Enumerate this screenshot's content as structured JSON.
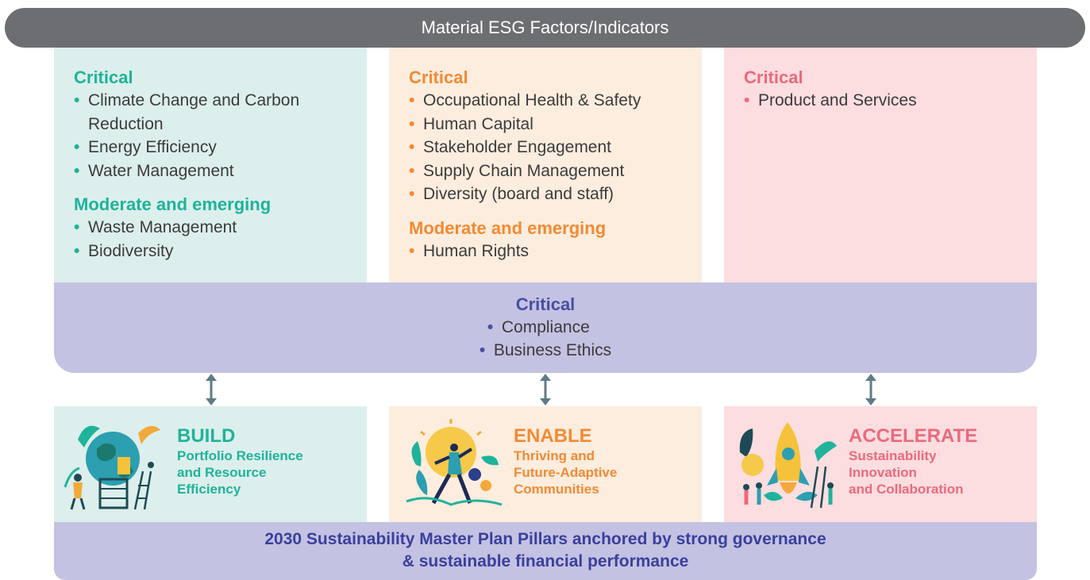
{
  "header": {
    "title": "Material ESG Factors/Indicators"
  },
  "environmental": {
    "critical_title": "Critical",
    "critical_items": [
      "Climate Change and Carbon Reduction",
      "Energy Efficiency",
      "Water Management"
    ],
    "moderate_title": "Moderate and emerging",
    "moderate_items": [
      "Waste Management",
      "Biodiversity"
    ]
  },
  "social": {
    "critical_title": "Critical",
    "critical_items": [
      "Occupational Health & Safety",
      "Human Capital",
      "Stakeholder Engagement",
      "Supply Chain Management",
      "Diversity (board and staff)"
    ],
    "moderate_title": "Moderate and emerging",
    "moderate_items": [
      "Human Rights"
    ]
  },
  "economic": {
    "critical_title": "Critical",
    "critical_items": [
      "Product and Services"
    ]
  },
  "governance": {
    "critical_title": "Critical",
    "items": [
      "Compliance",
      "Business Ethics"
    ]
  },
  "pillars": [
    {
      "title": "BUILD",
      "subtitle_lines": [
        "Portfolio Resilience",
        "and Resource",
        "Efficiency"
      ]
    },
    {
      "title": "ENABLE",
      "subtitle_lines": [
        "Thriving and",
        "Future-Adaptive",
        "Communities"
      ]
    },
    {
      "title": "ACCELERATE",
      "subtitle_lines": [
        "Sustainability",
        "Innovation",
        "and Collaboration"
      ]
    }
  ],
  "footer": {
    "lines": [
      "2030 Sustainability Master Plan Pillars anchored by strong governance",
      "& sustainable financial performance"
    ]
  },
  "colors": {
    "header_bg": "#6d6e71",
    "environmental": "#1fb39b",
    "social": "#f38a32",
    "economic": "#ec6a7c",
    "governance": "#4a4fa3",
    "arrow": "#5f7a89"
  },
  "icons": {
    "build": "globe-planting-illustration",
    "enable": "sun-running-person-illustration",
    "accelerate": "rocket-team-illustration",
    "connector": "double-arrow-icon"
  }
}
